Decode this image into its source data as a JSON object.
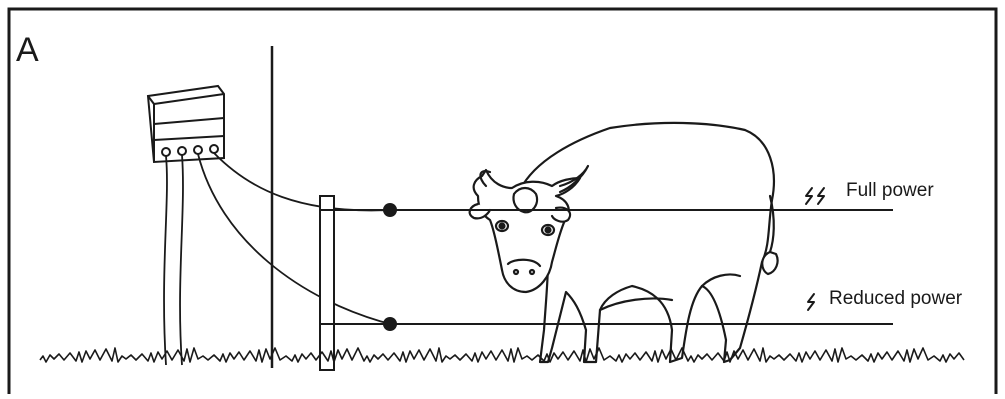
{
  "panel": {
    "letter": "A"
  },
  "labels": {
    "full_power": "Full power",
    "reduced_power": "Reduced power"
  },
  "icons": {
    "full_power": "double-lightning-bolt-icon",
    "reduced_power": "single-lightning-bolt-icon"
  },
  "colors": {
    "ink": "#1a1a1a",
    "background": "#ffffff"
  }
}
